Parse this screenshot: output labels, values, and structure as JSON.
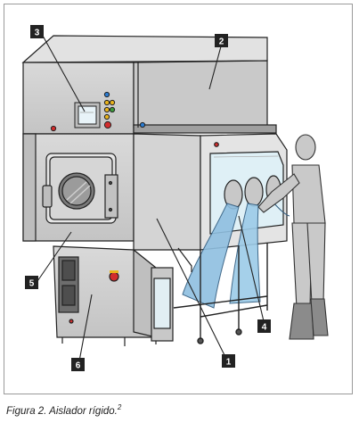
{
  "figure": {
    "caption": "Figura 2. Aislador rígido.",
    "caption_ref": "2"
  },
  "callouts": [
    "1",
    "2",
    "3",
    "4",
    "5",
    "6"
  ]
}
